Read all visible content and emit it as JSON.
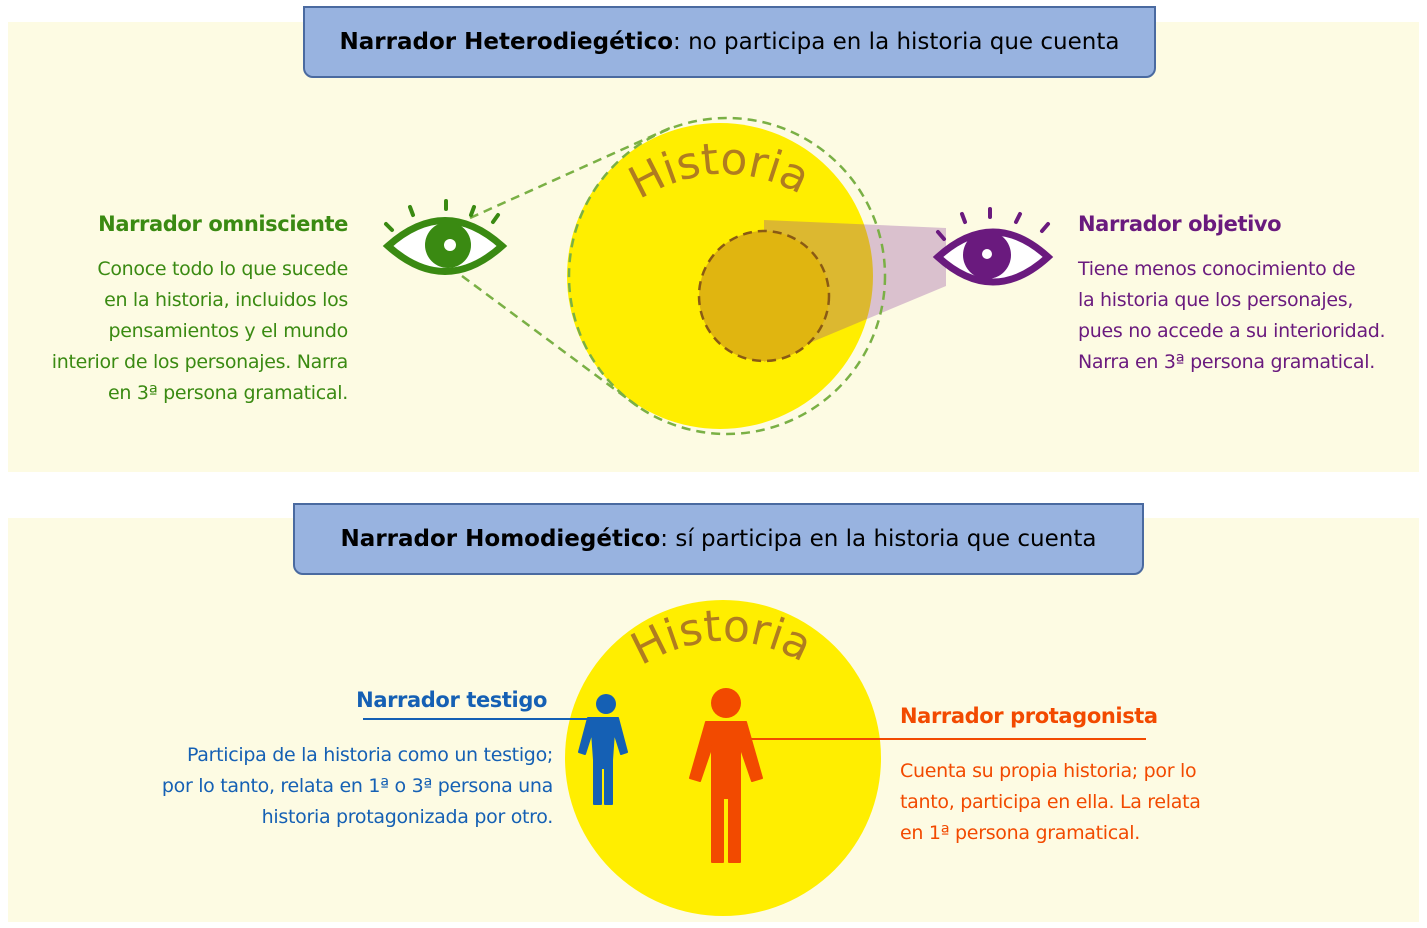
{
  "heterodiegetico": {
    "banner_bold": "Narrador Heterodiegético",
    "banner_rest": ": no participa en la historia que cuenta",
    "circle_word": "Historia",
    "omnisciente": {
      "title": "Narrador omnisciente",
      "lines": [
        "Conoce todo lo que sucede",
        "en la historia, incluidos los",
        "pensamientos y el mundo",
        "interior de los personajes. Narra",
        "en 3ª persona gramatical."
      ]
    },
    "objetivo": {
      "title": "Narrador objetivo",
      "lines": [
        "Tiene menos conocimiento de",
        "la historia que los personajes,",
        "pues no accede a su interioridad.",
        "Narra en 3ª persona gramatical."
      ]
    }
  },
  "homodiegetico": {
    "banner_bold": "Narrador Homodiegético",
    "banner_rest": ": sí participa en la historia que cuenta",
    "circle_word": "Historia",
    "testigo": {
      "title": "Narrador testigo",
      "lines": [
        "Participa de la historia como un testigo;",
        "por lo tanto, relata en 1ª o 3ª persona una",
        "historia protagonizada por otro."
      ]
    },
    "protagonista": {
      "title": "Narrador protagonista",
      "lines": [
        "Cuenta su propia historia; por lo",
        "tanto, participa en ella. La relata",
        "en 1ª persona gramatical."
      ]
    }
  },
  "colors": {
    "omnisciente": "#3a8a12",
    "objetivo": "#6a1a7e",
    "testigo": "#1560b4",
    "protagonista": "#f24a00",
    "historia_text": "#b07c20",
    "circle": "#ffee00",
    "banner": "#98b3e0"
  }
}
